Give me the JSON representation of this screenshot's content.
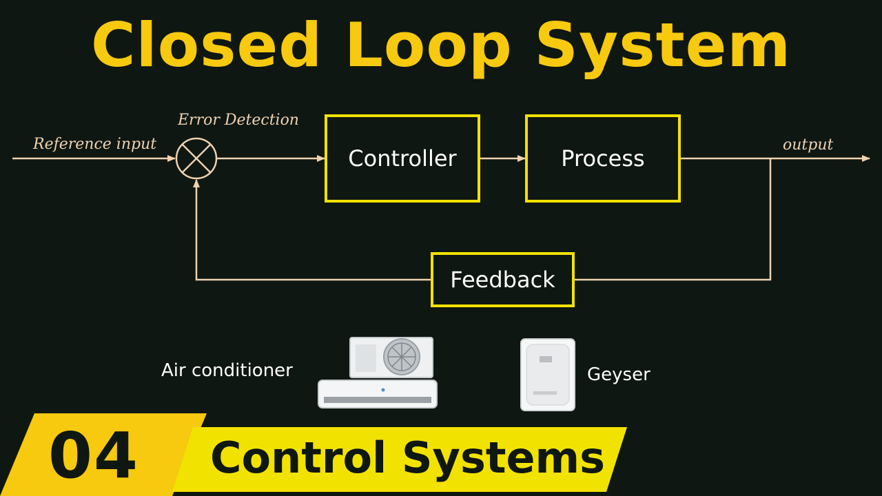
{
  "title": "Closed Loop System",
  "diagram": {
    "reference_input_label": "Reference input",
    "error_detection_label": "Error Detection",
    "controller_label": "Controller",
    "process_label": "Process",
    "output_label": "output",
    "feedback_label": "Feedback"
  },
  "examples": {
    "air_conditioner_label": "Air conditioner",
    "geyser_label": "Geyser"
  },
  "footer": {
    "episode_number": "04",
    "series_title": "Control Systems"
  },
  "colors": {
    "background": "#0f1712",
    "title_yellow": "#f7c90f",
    "block_border": "#f2e200",
    "signal_line": "#efd2b0"
  }
}
